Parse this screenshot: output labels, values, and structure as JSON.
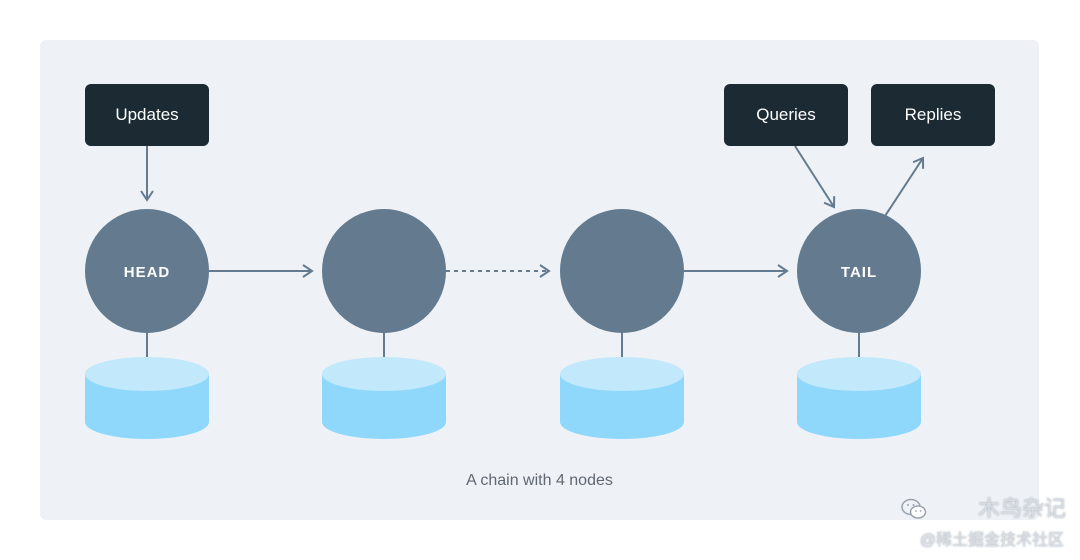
{
  "inputs": {
    "updates_label": "Updates",
    "queries_label": "Queries",
    "replies_label": "Replies"
  },
  "nodes": [
    {
      "label": "HEAD"
    },
    {
      "label": ""
    },
    {
      "label": ""
    },
    {
      "label": "TAIL"
    }
  ],
  "caption": "A chain with 4 nodes",
  "watermark": {
    "title": "木鸟杂记",
    "subtitle": "@稀土掘金技术社区",
    "icon": "wechat-icon"
  },
  "colors": {
    "panel_bg": "#eef2f6",
    "box_bg": "#1c2b33",
    "node_fill": "#637a8f",
    "db_top": "#c2e8fc",
    "db_body": "#8fd8fb",
    "arrow": "#637a8f"
  }
}
